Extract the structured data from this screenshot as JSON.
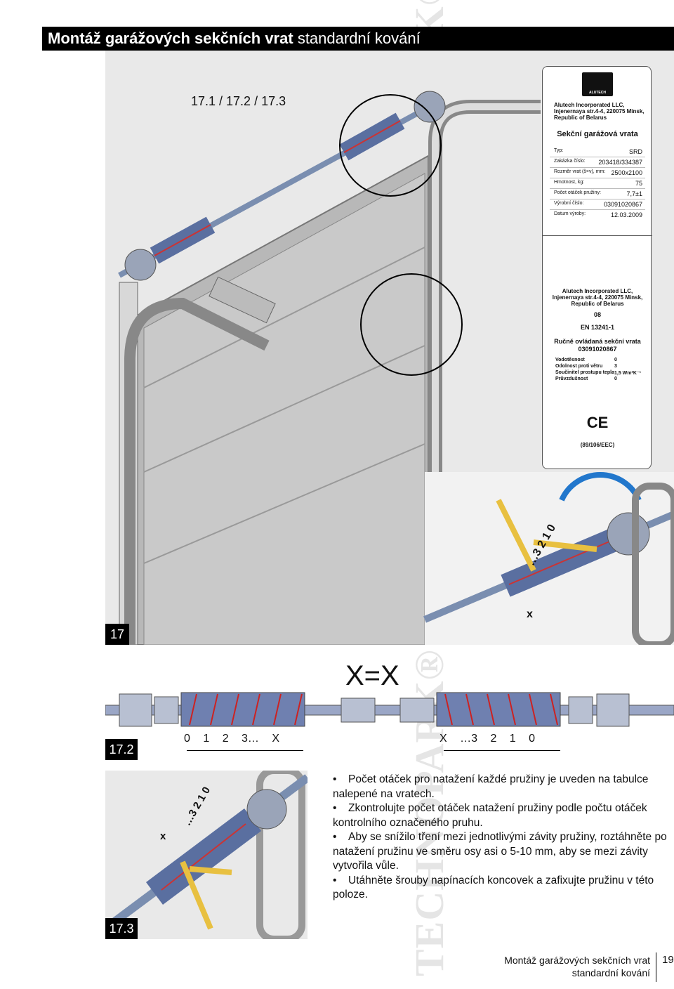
{
  "header": {
    "title_bold": "Montáž garážových sekčních vrat",
    "title_regular": "standardní kování"
  },
  "figure17": {
    "label": "17",
    "reference": "17.1 / 17.2 / 17.3"
  },
  "plate": {
    "logo_text": "ALUTECH",
    "address": [
      "Alutech Incorporated LLC,",
      "Injenernaya str.4-4, 220075 Minsk,",
      "Republic of Belarus"
    ],
    "title": "Sekční garážová vrata",
    "rows": [
      {
        "label": "Typ:",
        "value": "SRD"
      },
      {
        "label": "Zakázka číslo:",
        "value": "203418/334387"
      },
      {
        "label": "Rozměr vrat (š×v), mm:",
        "value": "2500x2100"
      },
      {
        "label": "Hmotnost, kg:",
        "value": "75"
      },
      {
        "label": "Počet otáček pružiny:",
        "value": "7,7±1"
      },
      {
        "label": "Výrobní číslo:",
        "value": "03091020867"
      },
      {
        "label": "Datum výroby:",
        "value": "12.03.2009"
      }
    ],
    "address2": [
      "Alutech Incorporated LLC,",
      "Injenernaya str.4-4, 220075 Minsk,",
      "Republic of Belarus"
    ],
    "year": "08",
    "standard": "EN 13241-1",
    "product": "Ručně ovládaná sekční vrata",
    "serial": "03091020867",
    "properties": [
      {
        "label": "Vodotěsnost",
        "value": "0"
      },
      {
        "label": "Odolnost proti větru",
        "value": "3"
      },
      {
        "label": "Součinitel prostupu tepla",
        "value": "1,5 Wm²K⁻¹"
      },
      {
        "label": "Průvzdušnost",
        "value": "0"
      }
    ],
    "ce_mark": "CE",
    "directive": "(89/106/EEC)"
  },
  "figure17_detail": {
    "scale_text": "…3  2  1  0",
    "x_mark": "x"
  },
  "figure172": {
    "label": "17.2",
    "equation": "X=X",
    "scale_left": "0 1 2 3… X",
    "scale_right": "X …3 2 1 0"
  },
  "figure173": {
    "label": "17.3",
    "scale_text": "…3  2  1  0",
    "x_mark": "x"
  },
  "instructions": [
    "Počet otáček pro natažení každé pružiny je uveden na tabulce nalepené na vratech.",
    "Zkontrolujte počet otáček natažení pružiny podle počtu otáček kontrolního označeného pruhu.",
    "Aby se snížilo tření mezi jednotlivými závity pružiny, roztáhněte po natažení pružinu ve směru osy asi o 5-10 mm, aby se mezi závity vytvořila vůle.",
    "Utáhněte šrouby napínacích koncovek a zafixujte pružinu v této poloze."
  ],
  "footer": {
    "line1": "Montáž garážových sekčních vrat",
    "line2": "standardní kování",
    "page": "19"
  },
  "watermark": "TECHNOPARK® TECHNOPARK® TECHNOPARK®"
}
